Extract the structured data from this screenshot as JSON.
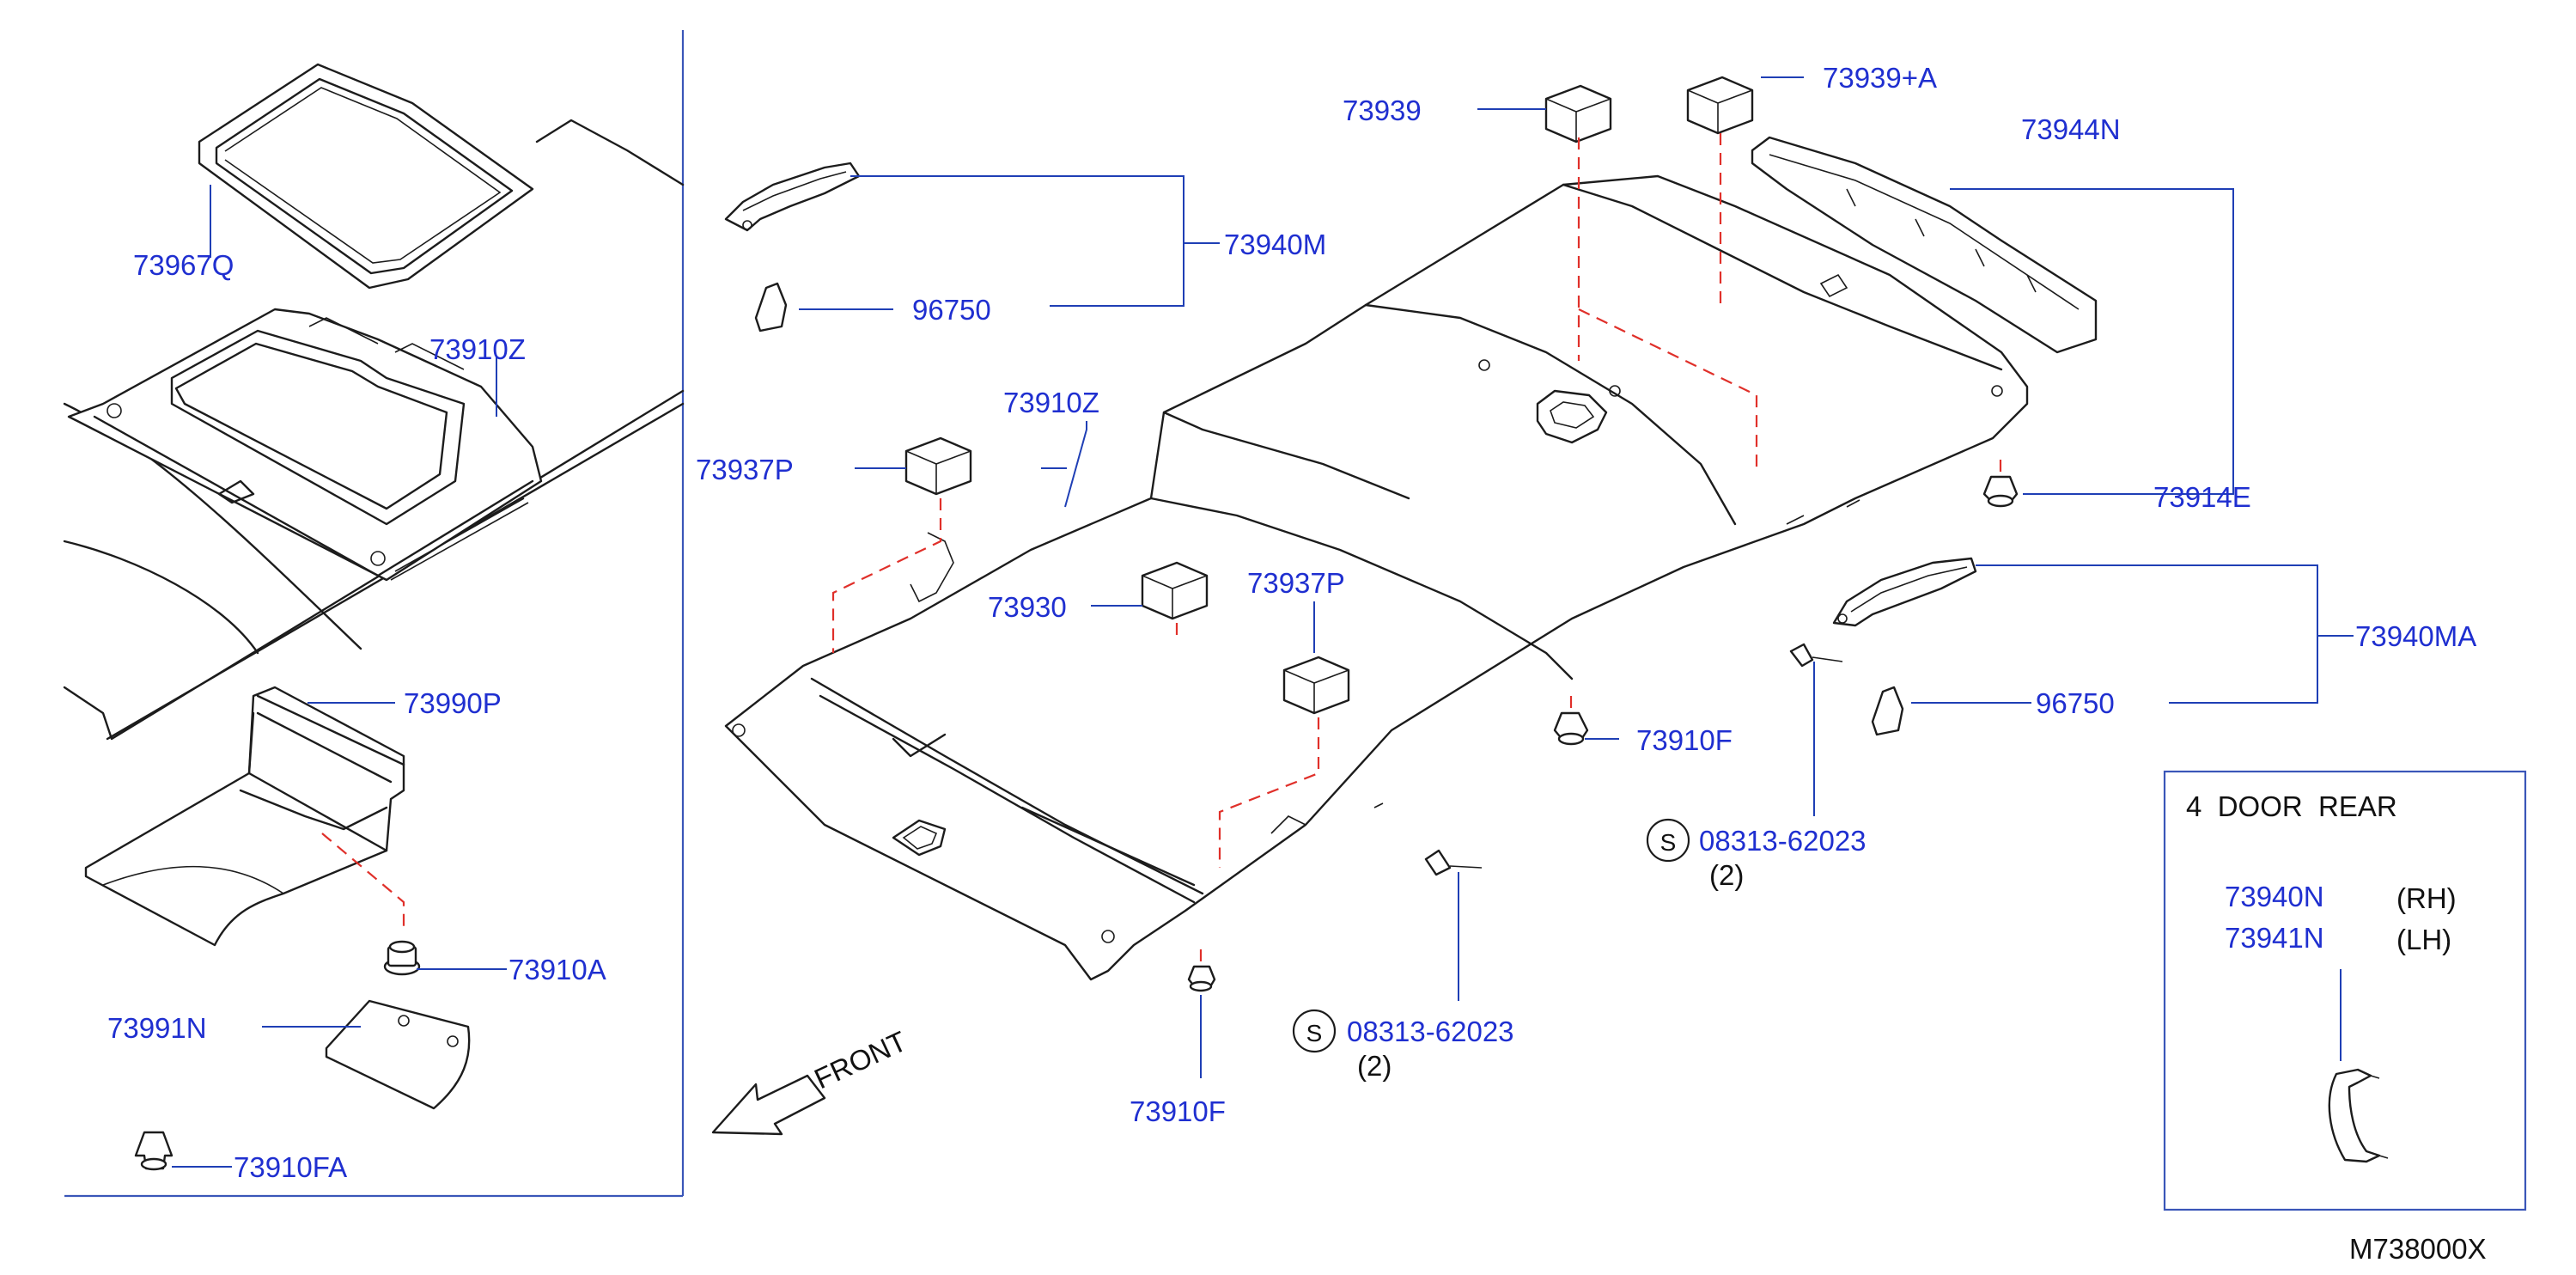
{
  "parts": {
    "p73967Q": "73967Q",
    "p73910Z_left": "73910Z",
    "p73990P": "73990P",
    "p73910A": "73910A",
    "p73991N": "73991N",
    "p73910FA": "73910FA",
    "p73940M": "73940M",
    "p96750_top": "96750",
    "p73939": "73939",
    "p73939A": "73939+A",
    "p73944N": "73944N",
    "p73910Z_main": "73910Z",
    "p73937P_left": "73937P",
    "p73930": "73930",
    "p73937P_mid": "73937P",
    "p73914E": "73914E",
    "p73940MA": "73940MA",
    "p96750_right": "96750",
    "p73910F_mid": "73910F",
    "p73910F_bottom": "73910F",
    "screw_right": "08313-62023",
    "screw_right_qty": "(2)",
    "screw_bottom": "08313-62023",
    "screw_bottom_qty": "(2)",
    "screw_symbol": "S"
  },
  "front_label": "FRONT",
  "inset": {
    "title": "4  DOOR  REAR",
    "rh_part": "73940N",
    "rh_side": "(RH)",
    "lh_part": "73941N",
    "lh_side": "(LH)"
  },
  "diagram_code": "M738000X",
  "colors": {
    "label_blue": "#1f2fd0",
    "leader_blue": "#1f3fb5",
    "dash_red": "#e0302a",
    "outline": "#1c1c1c"
  }
}
